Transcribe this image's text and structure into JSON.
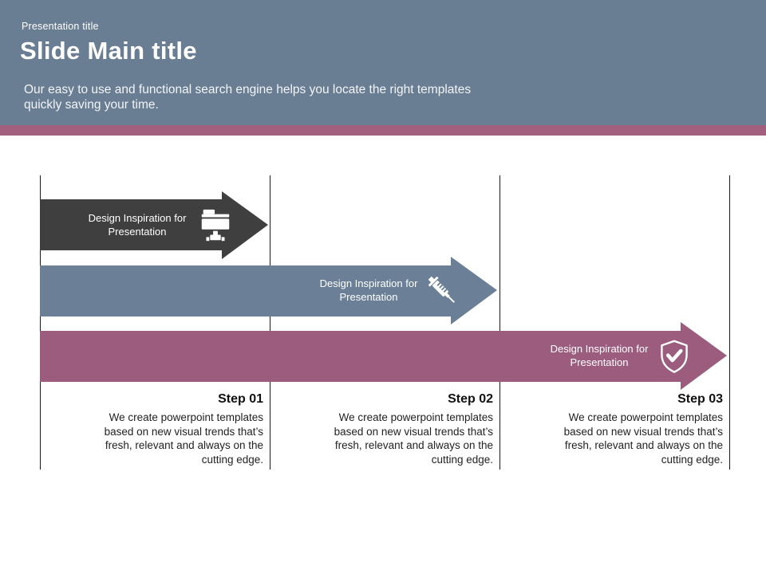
{
  "slide": {
    "header": {
      "kicker": "Presentation title",
      "title": "Slide Main title",
      "subtitle": "Our easy to use and functional search engine helps you locate the right templates quickly saving your time."
    },
    "arrows": [
      {
        "label_line1": "Design Inspiration for",
        "label_line2": "Presentation",
        "icon": "network-folder-icon",
        "color": "#3f3f3f"
      },
      {
        "label_line1": "Design Inspiration for",
        "label_line2": "Presentation",
        "icon": "syringe-icon",
        "color": "#6b8096"
      },
      {
        "label_line1": "Design Inspiration for",
        "label_line2": "Presentation",
        "icon": "shield-check-icon",
        "color": "#9c5c7e"
      }
    ],
    "steps": [
      {
        "title": "Step 01",
        "description": "We create powerpoint templates based on new visual trends that’s fresh, relevant and always on the cutting edge."
      },
      {
        "title": "Step 02",
        "description": "We create powerpoint templates based on new visual trends that’s fresh, relevant and always on the cutting edge."
      },
      {
        "title": "Step 03",
        "description": "We create powerpoint templates based on new visual trends that’s fresh, relevant and always on the cutting edge."
      }
    ],
    "colors": {
      "header_bg": "#697e93",
      "accent_stripe": "#a2607e",
      "arrow_dark": "#3f3f3f",
      "arrow_blue": "#6b8096",
      "arrow_purple": "#9c5c7e",
      "divider": "#1a1a1a"
    }
  }
}
